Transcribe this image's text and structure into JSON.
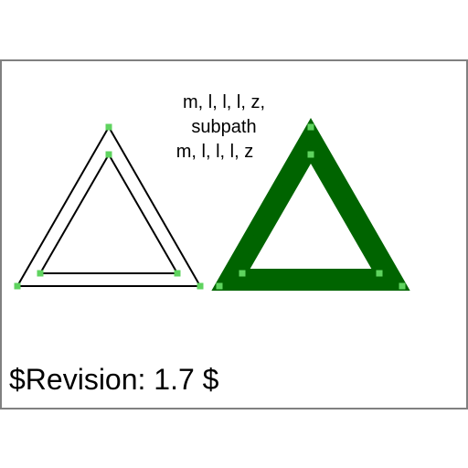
{
  "caption": {
    "line1": "m, l, l, l, z,",
    "line2": "subpath",
    "line3": "m, l, l, l, z"
  },
  "revision": "$Revision: 1.7 $",
  "colors": {
    "frame": "#808080",
    "outline_stroke": "#000000",
    "fill_shape": "#006400",
    "vertex_marker": "#5fd35f"
  },
  "shapes": [
    {
      "name": "outline-triangles",
      "style": "stroke-only"
    },
    {
      "name": "filled-triangle-ring",
      "style": "fill-evenodd-with-thick-stroke"
    }
  ]
}
